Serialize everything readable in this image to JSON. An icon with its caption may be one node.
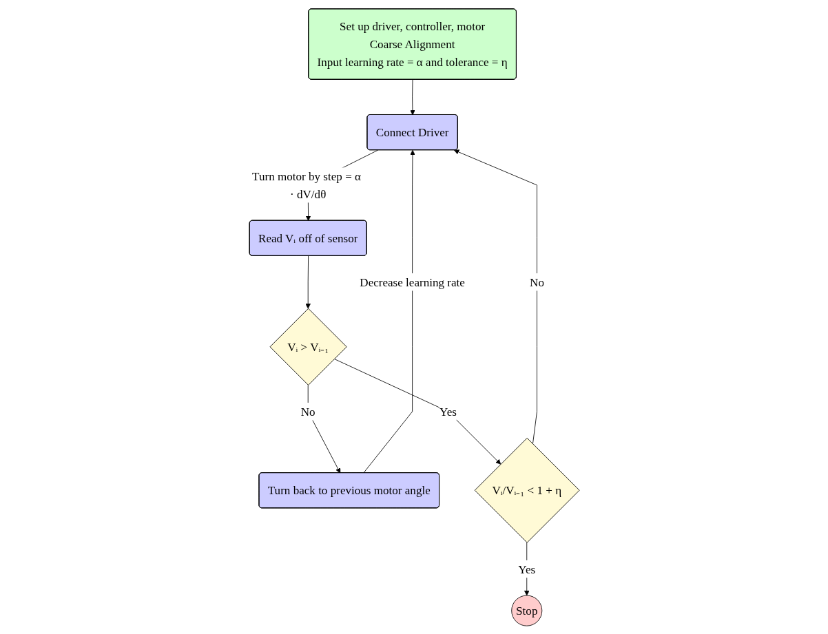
{
  "diagram": {
    "nodes": [
      {
        "text": [
          "Set up driver, controller, motor",
          "Coarse Alignment",
          "Input learning rate = α and tolerance = η"
        ]
      },
      {
        "text": [
          "Connect Driver"
        ]
      },
      {
        "text": [
          "Read Vᵢ off of sensor"
        ]
      },
      {
        "text": [
          "Vᵢ > Vᵢ₋₁"
        ]
      },
      {
        "text": [
          "Turn back to previous motor angle"
        ]
      },
      {
        "text": [
          "Vᵢ/Vᵢ₋₁ < 1 + η"
        ]
      },
      {
        "text": [
          "Stop"
        ]
      }
    ],
    "edges": [
      {
        "from": 0,
        "to": 1,
        "arrow": "to"
      },
      {
        "from": 1,
        "to": 2,
        "arrow": "to",
        "label": "Turn motor by step = α · dV/dθ"
      },
      {
        "from": 2,
        "to": 3,
        "arrow": "to"
      },
      {
        "from": 3,
        "to": 4,
        "arrow": "to",
        "label": "No"
      },
      {
        "from": 4,
        "to": 1,
        "arrow": "to",
        "label": "Decrease learning rate"
      },
      {
        "from": 3,
        "to": 5,
        "arrow": "to",
        "label": "Yes"
      },
      {
        "from": 5,
        "to": 1,
        "arrow": "to",
        "label": "No"
      },
      {
        "from": 5,
        "to": 6,
        "arrow": "to",
        "label": "Yes"
      }
    ]
  }
}
